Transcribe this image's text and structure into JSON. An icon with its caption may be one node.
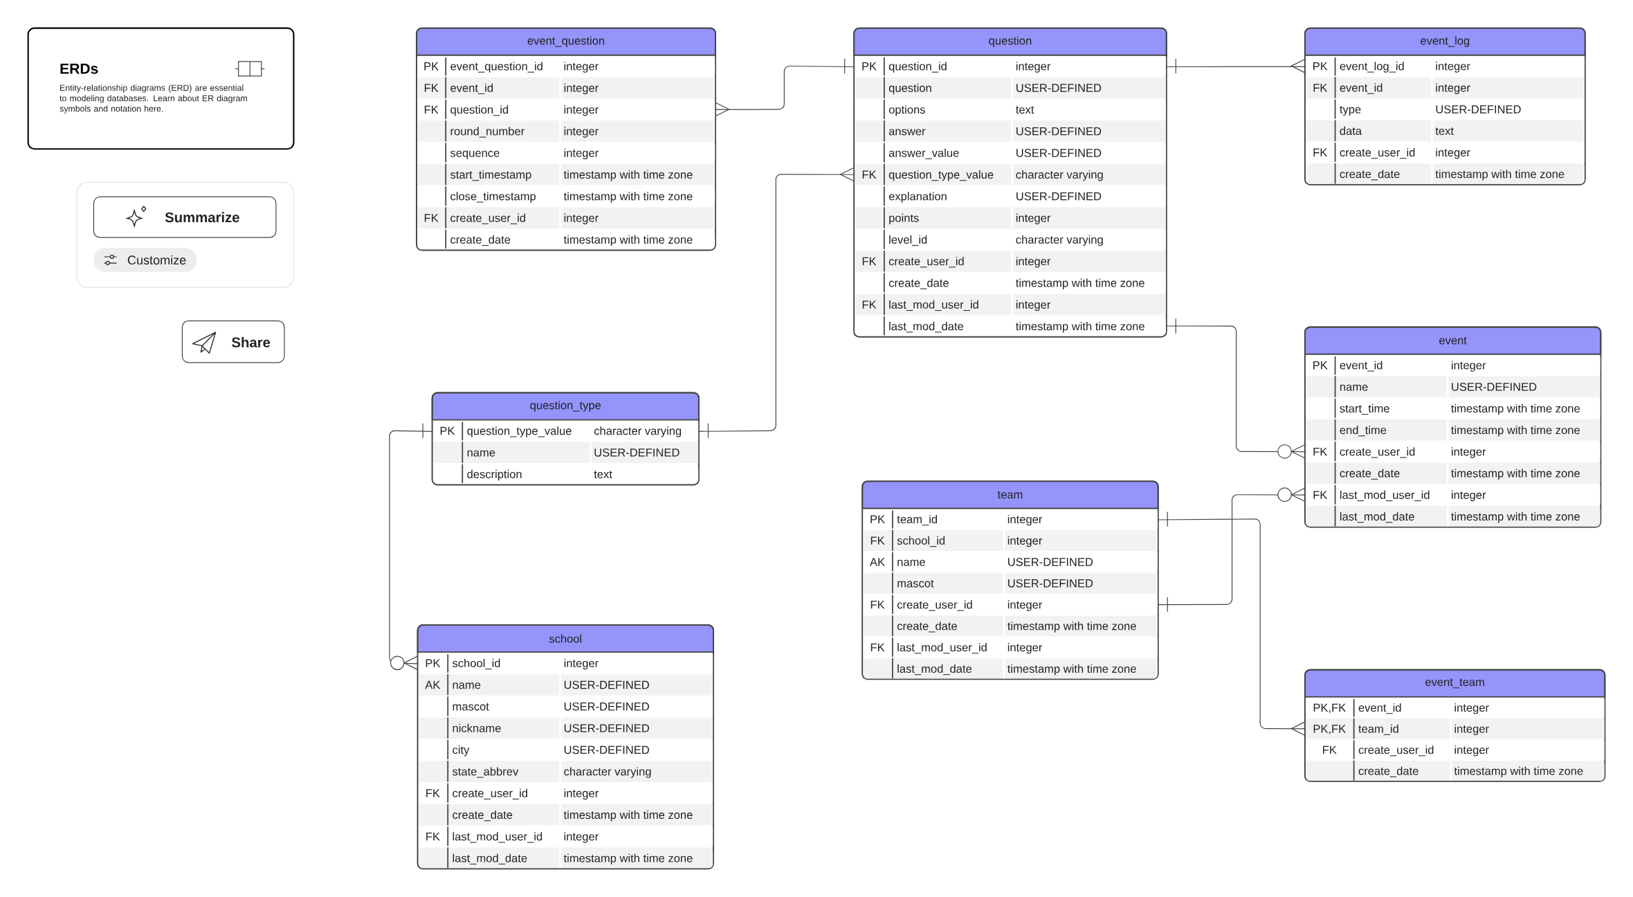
{
  "diagram": {
    "nodes": [
      {
        "text": [
          "ERDs",
          "Entity-relationship diagrams (ERD) are essential to modeling databases. Learn about ER diagram symbols and notation here."
        ]
      },
      {
        "text": [
          "event_question"
        ]
      },
      {
        "text": [
          "PK",
          "event_question_id",
          "integer"
        ],
        "in": 1
      },
      {
        "text": [
          "FK",
          "event_id",
          "integer"
        ],
        "in": 1
      },
      {
        "text": [
          "FK",
          "question_id",
          "integer"
        ],
        "in": 1
      },
      {
        "text": [
          "round_number",
          "integer"
        ],
        "in": 1
      },
      {
        "text": [
          "sequence",
          "integer"
        ],
        "in": 1
      },
      {
        "text": [
          "start_timestamp",
          "timestamp with time zone"
        ],
        "in": 1
      },
      {
        "text": [
          "close_timestamp",
          "timestamp with time zone"
        ],
        "in": 1
      },
      {
        "text": [
          "FK",
          "create_user_id",
          "integer"
        ],
        "in": 1
      },
      {
        "text": [
          "create_date",
          "timestamp with time zone"
        ],
        "in": 1
      },
      {
        "text": [
          "question"
        ]
      },
      {
        "text": [
          "PK",
          "question_id",
          "integer"
        ],
        "in": 11
      },
      {
        "text": [
          "question",
          "USER-DEFINED"
        ],
        "in": 11
      },
      {
        "text": [
          "options",
          "text"
        ],
        "in": 11
      },
      {
        "text": [
          "answer",
          "USER-DEFINED"
        ],
        "in": 11
      },
      {
        "text": [
          "answer_value",
          "USER-DEFINED"
        ],
        "in": 11
      },
      {
        "text": [
          "FK",
          "question_type_value",
          "character varying"
        ],
        "in": 11
      },
      {
        "text": [
          "explanation",
          "USER-DEFINED"
        ],
        "in": 11
      },
      {
        "text": [
          "points",
          "integer"
        ],
        "in": 11
      },
      {
        "text": [
          "level_id",
          "character varying"
        ],
        "in": 11
      },
      {
        "text": [
          "FK",
          "create_user_id",
          "integer"
        ],
        "in": 11
      },
      {
        "text": [
          "create_date",
          "timestamp with time zone"
        ],
        "in": 11
      },
      {
        "text": [
          "FK",
          "last_mod_user_id",
          "integer"
        ],
        "in": 11
      },
      {
        "text": [
          "last_mod_date",
          "timestamp with time zone"
        ],
        "in": 11
      },
      {
        "text": [
          "event_log"
        ]
      },
      {
        "text": [
          "PK",
          "event_log_id",
          "integer"
        ],
        "in": 25
      },
      {
        "text": [
          "FK",
          "event_id",
          "integer"
        ],
        "in": 25
      },
      {
        "text": [
          "type",
          "USER-DEFINED"
        ],
        "in": 25
      },
      {
        "text": [
          "data",
          "text"
        ],
        "in": 25
      },
      {
        "text": [
          "FK",
          "create_user_id",
          "integer"
        ],
        "in": 25
      },
      {
        "text": [
          "create_date",
          "timestamp with time zone"
        ],
        "in": 25
      },
      {
        "text": [
          "event"
        ]
      },
      {
        "text": [
          "PK",
          "event_id",
          "integer"
        ],
        "in": 32
      },
      {
        "text": [
          "name",
          "USER-DEFINED"
        ],
        "in": 32
      },
      {
        "text": [
          "start_time",
          "timestamp with time zone"
        ],
        "in": 32
      },
      {
        "text": [
          "end_time",
          "timestamp with time zone"
        ],
        "in": 32
      },
      {
        "text": [
          "FK",
          "create_user_id",
          "integer"
        ],
        "in": 32
      },
      {
        "text": [
          "create_date",
          "timestamp with time zone"
        ],
        "in": 32
      },
      {
        "text": [
          "FK",
          "last_mod_user_id",
          "integer"
        ],
        "in": 32
      },
      {
        "text": [
          "last_mod_date",
          "timestamp with time zone"
        ],
        "in": 32
      },
      {
        "text": [
          "question_type"
        ]
      },
      {
        "text": [
          "PK",
          "question_type_value",
          "character varying"
        ],
        "in": 41
      },
      {
        "text": [
          "name",
          "USER-DEFINED"
        ],
        "in": 41
      },
      {
        "text": [
          "description",
          "text"
        ],
        "in": 41
      },
      {
        "text": [
          "team"
        ]
      },
      {
        "text": [
          "PK",
          "team_id",
          "integer"
        ],
        "in": 45
      },
      {
        "text": [
          "FK",
          "school_id",
          "integer"
        ],
        "in": 45
      },
      {
        "text": [
          "AK",
          "name",
          "USER-DEFINED"
        ],
        "in": 45
      },
      {
        "text": [
          "mascot",
          "USER-DEFINED"
        ],
        "in": 45
      },
      {
        "text": [
          "FK",
          "create_user_id",
          "integer"
        ],
        "in": 45
      },
      {
        "text": [
          "create_date",
          "timestamp with time zone"
        ],
        "in": 45
      },
      {
        "text": [
          "FK",
          "last_mod_user_id",
          "integer"
        ],
        "in": 45
      },
      {
        "text": [
          "last_mod_date",
          "timestamp with time zone"
        ],
        "in": 45
      },
      {
        "text": [
          "school"
        ]
      },
      {
        "text": [
          "PK",
          "school_id",
          "integer"
        ],
        "in": 54
      },
      {
        "text": [
          "AK",
          "name",
          "USER-DEFINED"
        ],
        "in": 54
      },
      {
        "text": [
          "mascot",
          "USER-DEFINED"
        ],
        "in": 54
      },
      {
        "text": [
          "nickname",
          "USER-DEFINED"
        ],
        "in": 54
      },
      {
        "text": [
          "city",
          "USER-DEFINED"
        ],
        "in": 54
      },
      {
        "text": [
          "state_abbrev",
          "character varying"
        ],
        "in": 54
      },
      {
        "text": [
          "FK",
          "create_user_id",
          "integer"
        ],
        "in": 54
      },
      {
        "text": [
          "create_date",
          "timestamp with time zone"
        ],
        "in": 54
      },
      {
        "text": [
          "FK",
          "last_mod_user_id",
          "integer"
        ],
        "in": 54
      },
      {
        "text": [
          "last_mod_date",
          "timestamp with time zone"
        ],
        "in": 54
      },
      {
        "text": [
          "event_team"
        ]
      },
      {
        "text": [
          "PK,FK",
          "event_id",
          "integer"
        ],
        "in": 65
      },
      {
        "text": [
          "PK,FK",
          "team_id",
          "integer"
        ],
        "in": 65
      },
      {
        "text": [
          "FK",
          "create_user_id",
          "integer"
        ],
        "in": 65
      },
      {
        "text": [
          "create_date",
          "timestamp with time zone"
        ],
        "in": 65
      }
    ],
    "edges": [
      {
        "from": 12,
        "to": 4,
        "arrow": "other"
      },
      {
        "from": 42,
        "to": 17,
        "arrow": "other"
      },
      {
        "from": 12,
        "to": 26,
        "arrow": "other"
      },
      {
        "from": 24,
        "to": 37,
        "arrow": "other"
      },
      {
        "from": 46,
        "to": 67,
        "arrow": "other"
      },
      {
        "from": 50,
        "to": 39,
        "arrow": "other"
      },
      {
        "from": 42,
        "to": 55,
        "arrow": "other"
      }
    ],
    "labels": [
      "Summarize",
      "Customize",
      "Share"
    ]
  }
}
